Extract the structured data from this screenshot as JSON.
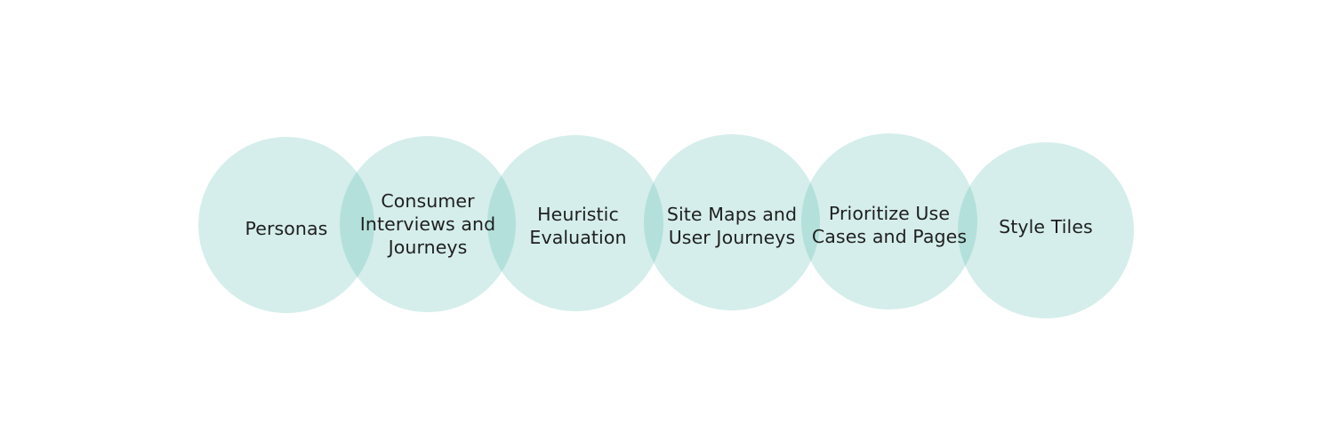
{
  "diagram": {
    "fill_color": "#3fb3a3",
    "text_color": "#1f1f1f",
    "steps": [
      {
        "label": "Personas"
      },
      {
        "label": "Consumer\nInterviews and\nJourneys"
      },
      {
        "label": "Heuristic\nEvaluation"
      },
      {
        "label": "Site Maps and\nUser Journeys"
      },
      {
        "label": "Prioritize Use\nCases and Pages"
      },
      {
        "label": "Style Tiles"
      }
    ]
  }
}
